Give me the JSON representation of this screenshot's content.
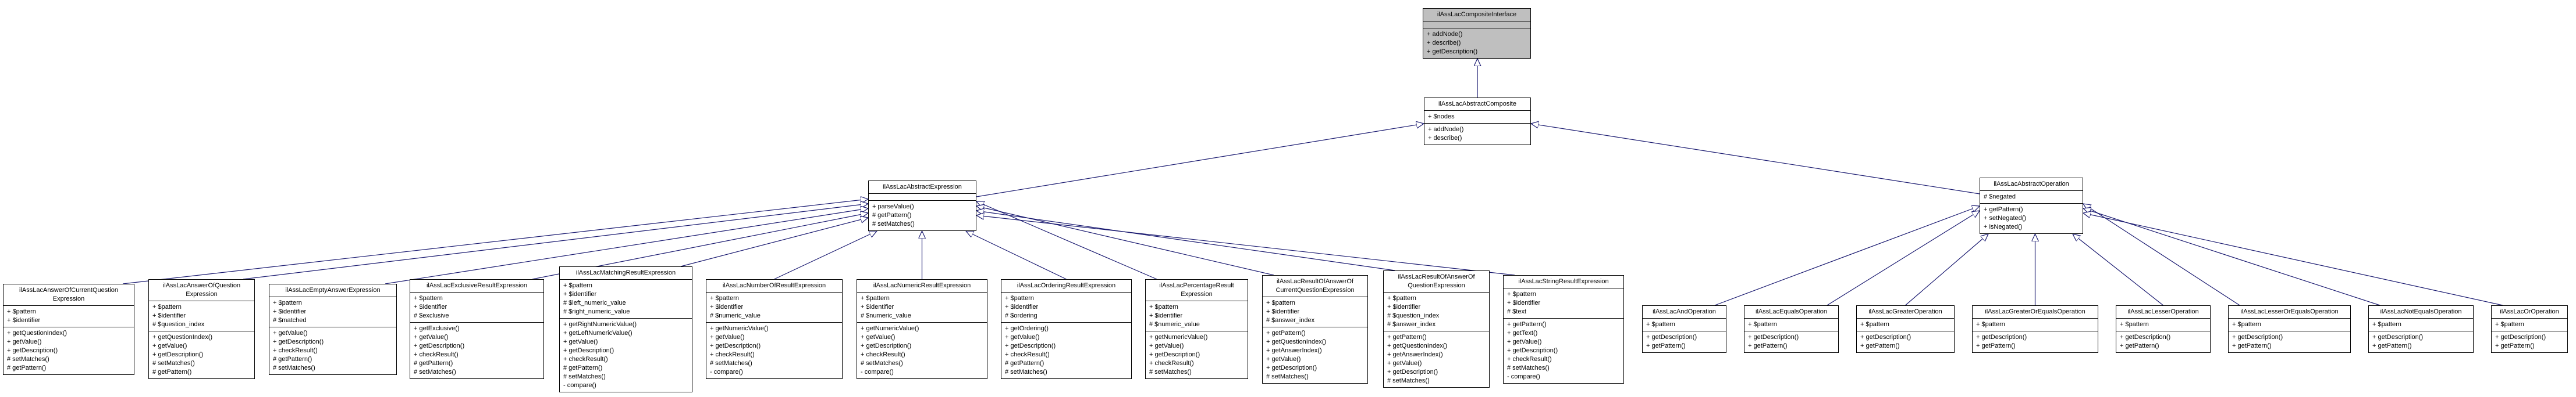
{
  "diagram_type": "uml-class-inheritance-graph",
  "colors": {
    "edge": "#191970",
    "node_border": "#000000",
    "node_fill": "#ffffff",
    "highlight_fill": "#bfbfbf",
    "text": "#000000"
  },
  "classes": [
    {
      "id": "composite-interface",
      "name": "ilAssLacCompositeInterface",
      "attributes": [],
      "methods": [
        "+ addNode()",
        "+ describe()",
        "+ getDescription()"
      ],
      "highlighted": true,
      "extends": null
    },
    {
      "id": "abstract-composite",
      "name": "ilAssLacAbstractComposite",
      "attributes": [
        "+ $nodes"
      ],
      "methods": [
        "+ addNode()",
        "+ describe()"
      ],
      "highlighted": false,
      "extends": "composite-interface"
    },
    {
      "id": "abstract-expression",
      "name": "ilAssLacAbstractExpression",
      "attributes": [],
      "methods": [
        "+ parseValue()",
        "# getPattern()",
        "# setMatches()"
      ],
      "highlighted": false,
      "extends": "abstract-composite"
    },
    {
      "id": "abstract-operation",
      "name": "ilAssLacAbstractOperation",
      "attributes": [
        "# $negated"
      ],
      "methods": [
        "+ getPattern()",
        "+ setNegated()",
        "+ isNegated()"
      ],
      "highlighted": false,
      "extends": "abstract-composite"
    },
    {
      "id": "answer-of-current-question-expression",
      "name": "ilAssLacAnswerOfCurrentQuestion\nExpression",
      "attributes": [
        "+ $pattern",
        "+ $identifier"
      ],
      "methods": [
        "+ getQuestionIndex()",
        "+ getValue()",
        "+ getDescription()",
        "# setMatches()",
        "# getPattern()"
      ],
      "highlighted": false,
      "extends": "abstract-expression"
    },
    {
      "id": "answer-of-question-expression",
      "name": "ilAssLacAnswerOfQuestion\nExpression",
      "attributes": [
        "+ $pattern",
        "+ $identifier",
        "# $question_index"
      ],
      "methods": [
        "+ getQuestionIndex()",
        "+ getValue()",
        "+ getDescription()",
        "# setMatches()",
        "# getPattern()"
      ],
      "highlighted": false,
      "extends": "abstract-expression"
    },
    {
      "id": "empty-answer-expression",
      "name": "ilAssLacEmptyAnswerExpression",
      "attributes": [
        "+ $pattern",
        "+ $identifier",
        "# $matched"
      ],
      "methods": [
        "+ getValue()",
        "+ getDescription()",
        "+ checkResult()",
        "# getPattern()",
        "# setMatches()"
      ],
      "highlighted": false,
      "extends": "abstract-expression"
    },
    {
      "id": "exclusive-result-expression",
      "name": "ilAssLacExclusiveResultExpression",
      "attributes": [
        "+ $pattern",
        "+ $identifier",
        "# $exclusive"
      ],
      "methods": [
        "+ getExclusive()",
        "+ getValue()",
        "+ getDescription()",
        "+ checkResult()",
        "# getPattern()",
        "# setMatches()"
      ],
      "highlighted": false,
      "extends": "abstract-expression"
    },
    {
      "id": "matching-result-expression",
      "name": "ilAssLacMatchingResultExpression",
      "attributes": [
        "+ $pattern",
        "+ $identifier",
        "# $left_numeric_value",
        "# $right_numeric_value"
      ],
      "methods": [
        "+ getRightNumericValue()",
        "+ getLeftNumericValue()",
        "+ getValue()",
        "+ getDescription()",
        "+ checkResult()",
        "# getPattern()",
        "# setMatches()",
        "- compare()"
      ],
      "highlighted": false,
      "extends": "abstract-expression"
    },
    {
      "id": "number-of-result-expression",
      "name": "ilAssLacNumberOfResultExpression",
      "attributes": [
        "+ $pattern",
        "+ $identifier",
        "# $numeric_value"
      ],
      "methods": [
        "+ getNumericValue()",
        "+ getValue()",
        "+ getDescription()",
        "+ checkResult()",
        "# setMatches()",
        "- compare()"
      ],
      "highlighted": false,
      "extends": "abstract-expression"
    },
    {
      "id": "numeric-result-expression",
      "name": "ilAssLacNumericResultExpression",
      "attributes": [
        "+ $pattern",
        "+ $identifier",
        "# $numeric_value"
      ],
      "methods": [
        "+ getNumericValue()",
        "+ getValue()",
        "+ getDescription()",
        "+ checkResult()",
        "# setMatches()",
        "- compare()"
      ],
      "highlighted": false,
      "extends": "abstract-expression"
    },
    {
      "id": "ordering-result-expression",
      "name": "ilAssLacOrderingResultExpression",
      "attributes": [
        "+ $pattern",
        "+ $identifier",
        "# $ordering"
      ],
      "methods": [
        "+ getOrdering()",
        "+ getValue()",
        "+ getDescription()",
        "+ checkResult()",
        "# getPattern()",
        "# setMatches()"
      ],
      "highlighted": false,
      "extends": "abstract-expression"
    },
    {
      "id": "percentage-result-expression",
      "name": "ilAssLacPercentageResult\nExpression",
      "attributes": [
        "+ $pattern",
        "+ $identifier",
        "# $numeric_value"
      ],
      "methods": [
        "+ getNumericValue()",
        "+ getValue()",
        "+ getDescription()",
        "+ checkResult()",
        "# setMatches()"
      ],
      "highlighted": false,
      "extends": "abstract-expression"
    },
    {
      "id": "result-of-answer-of-current-question-expression",
      "name": "ilAssLacResultOfAnswerOf\nCurrentQuestionExpression",
      "attributes": [
        "+ $pattern",
        "+ $identifier",
        "# $answer_index"
      ],
      "methods": [
        "+ getPattern()",
        "+ getQuestionIndex()",
        "+ getAnswerIndex()",
        "+ getValue()",
        "+ getDescription()",
        "# setMatches()"
      ],
      "highlighted": false,
      "extends": "abstract-expression"
    },
    {
      "id": "result-of-answer-of-question-expression",
      "name": "ilAssLacResultOfAnswerOf\nQuestionExpression",
      "attributes": [
        "+ $pattern",
        "+ $identifier",
        "# $question_index",
        "# $answer_index"
      ],
      "methods": [
        "+ getPattern()",
        "+ getQuestionIndex()",
        "+ getAnswerIndex()",
        "+ getValue()",
        "+ getDescription()",
        "# setMatches()"
      ],
      "highlighted": false,
      "extends": "abstract-expression"
    },
    {
      "id": "string-result-expression",
      "name": "ilAssLacStringResultExpression",
      "attributes": [
        "+ $pattern",
        "+ $identifier",
        "# $text"
      ],
      "methods": [
        "+ getPattern()",
        "+ getText()",
        "+ getValue()",
        "+ getDescription()",
        "+ checkResult()",
        "# setMatches()",
        "- compare()"
      ],
      "highlighted": false,
      "extends": "abstract-expression"
    },
    {
      "id": "and-operation",
      "name": "ilAssLacAndOperation",
      "attributes": [
        "+ $pattern"
      ],
      "methods": [
        "+ getDescription()",
        "+ getPattern()"
      ],
      "highlighted": false,
      "extends": "abstract-operation"
    },
    {
      "id": "equals-operation",
      "name": "ilAssLacEqualsOperation",
      "attributes": [
        "+ $pattern"
      ],
      "methods": [
        "+ getDescription()",
        "+ getPattern()"
      ],
      "highlighted": false,
      "extends": "abstract-operation"
    },
    {
      "id": "greater-operation",
      "name": "ilAssLacGreaterOperation",
      "attributes": [
        "+ $pattern"
      ],
      "methods": [
        "+ getDescription()",
        "+ getPattern()"
      ],
      "highlighted": false,
      "extends": "abstract-operation"
    },
    {
      "id": "greater-or-equals-operation",
      "name": "ilAssLacGreaterOrEqualsOperation",
      "attributes": [
        "+ $pattern"
      ],
      "methods": [
        "+ getDescription()",
        "+ getPattern()"
      ],
      "highlighted": false,
      "extends": "abstract-operation"
    },
    {
      "id": "lesser-operation",
      "name": "ilAssLacLesserOperation",
      "attributes": [
        "+ $pattern"
      ],
      "methods": [
        "+ getDescription()",
        "+ getPattern()"
      ],
      "highlighted": false,
      "extends": "abstract-operation"
    },
    {
      "id": "lesser-or-equals-operation",
      "name": "ilAssLacLesserOrEqualsOperation",
      "attributes": [
        "+ $pattern"
      ],
      "methods": [
        "+ getDescription()",
        "+ getPattern()"
      ],
      "highlighted": false,
      "extends": "abstract-operation"
    },
    {
      "id": "not-equals-operation",
      "name": "ilAssLacNotEqualsOperation",
      "attributes": [
        "+ $pattern"
      ],
      "methods": [
        "+ getDescription()",
        "+ getPattern()"
      ],
      "highlighted": false,
      "extends": "abstract-operation"
    },
    {
      "id": "or-operation",
      "name": "ilAssLacOrOperation",
      "attributes": [
        "+ $pattern"
      ],
      "methods": [
        "+ getDescription()",
        "+ getPattern()"
      ],
      "highlighted": false,
      "extends": "abstract-operation"
    }
  ]
}
